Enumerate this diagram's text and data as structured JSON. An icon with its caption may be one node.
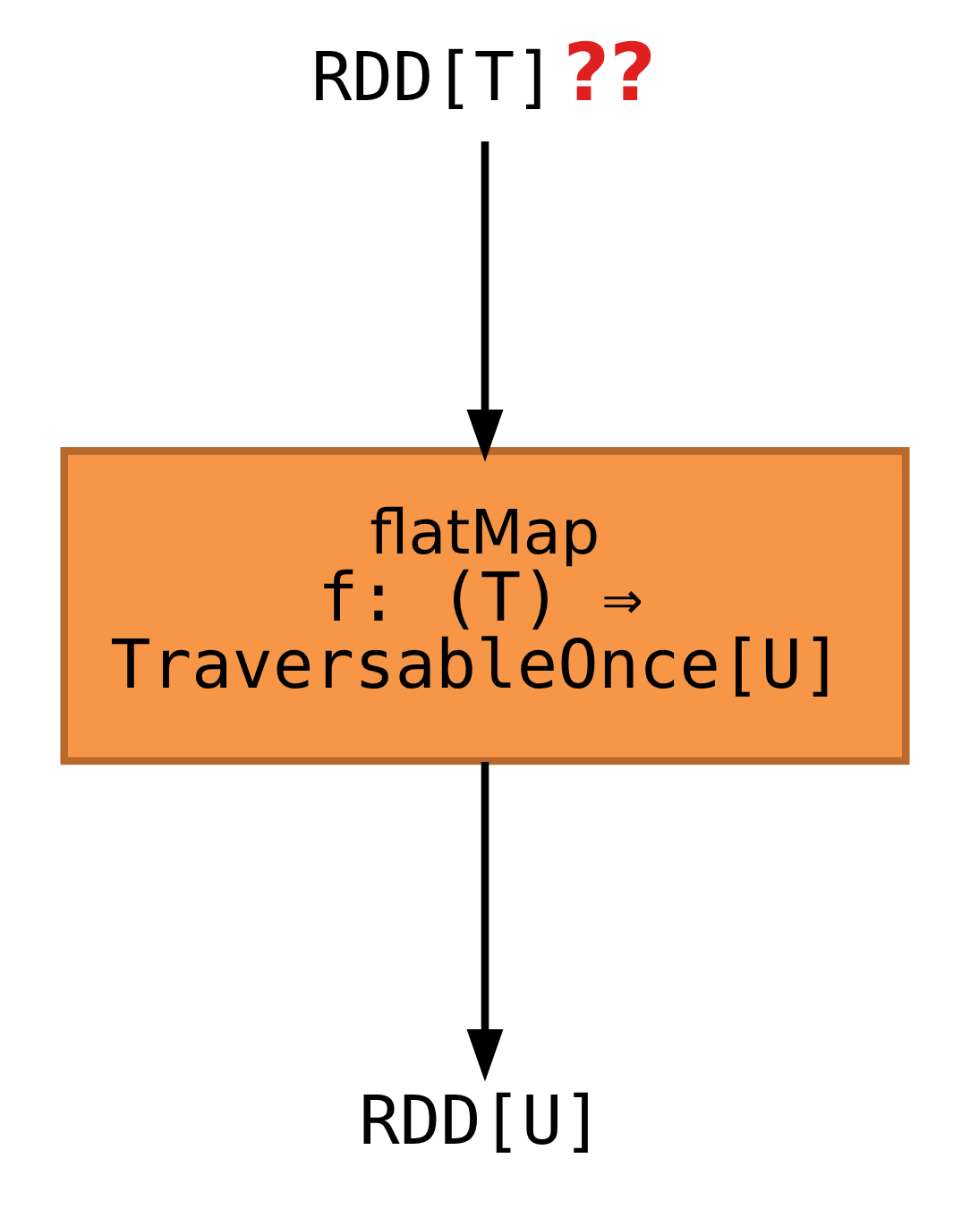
{
  "diagram": {
    "nodes": [
      {
        "text": [
          "RDD[T]"
        ],
        "beside": [
          "??"
        ]
      },
      {
        "text": [
          "flatMap",
          "f: (T) ⇒ TraversableOnce[U]"
        ]
      },
      {
        "text": [
          "RDD[U]"
        ]
      }
    ],
    "edges": [
      {
        "from": 0,
        "to": 1,
        "arrow": "to"
      },
      {
        "from": 1,
        "to": 2,
        "arrow": "to"
      }
    ]
  }
}
